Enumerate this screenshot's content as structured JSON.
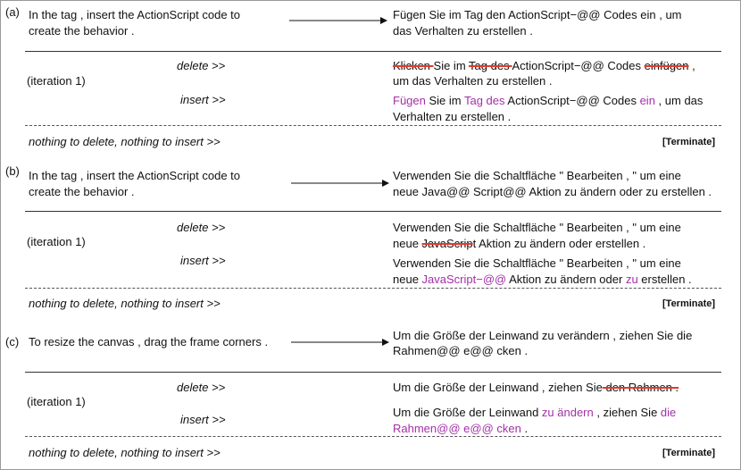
{
  "a": {
    "label": "(a)",
    "src": [
      "In the tag , insert the ActionScript code to",
      "create the behavior ."
    ],
    "tgt": [
      "Fügen Sie im Tag den ActionScript−@@ Codes ein , um",
      "das Verhalten zu erstellen ."
    ],
    "iteration": "(iteration 1)",
    "delete_label": "delete >>",
    "insert_label": "insert >>",
    "del_line1": [
      {
        "t": "Klicken ",
        "s": "del"
      },
      {
        "t": "Sie im ",
        "s": "n"
      },
      {
        "t": "Tag des ",
        "s": "del"
      },
      {
        "t": "ActionScript−@@ Codes ",
        "s": "n"
      },
      {
        "t": "einfügen",
        "s": "del"
      },
      {
        "t": " ,",
        "s": "n"
      }
    ],
    "del_line2": "um das Verhalten zu erstellen .",
    "ins_line1": [
      {
        "t": "Fügen",
        "s": "ins"
      },
      {
        "t": " Sie im ",
        "s": "n"
      },
      {
        "t": "Tag des",
        "s": "ins"
      },
      {
        "t": " ActionScript−@@ Codes ",
        "s": "n"
      },
      {
        "t": "ein",
        "s": "ins"
      },
      {
        "t": " , um das",
        "s": "n"
      }
    ],
    "ins_line2": "Verhalten zu erstellen .",
    "nothing": "nothing to delete, nothing to insert >>",
    "terminate": "[Terminate]"
  },
  "b": {
    "label": "(b)",
    "src": [
      "In the tag , insert the ActionScript code to",
      "create the behavior ."
    ],
    "tgt": [
      "Verwenden Sie die Schaltfläche \" Bearbeiten , \" um eine",
      "neue Java@@ Script@@ Aktion zu ändern oder zu erstellen ."
    ],
    "iteration": "(iteration 1)",
    "delete_label": "delete >>",
    "insert_label": "insert >>",
    "del_line1": "Verwenden Sie die Schaltfläche \" Bearbeiten , \" um eine",
    "del_line2": [
      {
        "t": "neue ",
        "s": "n"
      },
      {
        "t": "JavaScrip",
        "s": "del"
      },
      {
        "t": "t Aktion zu ändern oder erstellen .",
        "s": "n"
      }
    ],
    "ins_line1": "Verwenden Sie die Schaltfläche \" Bearbeiten , \" um eine",
    "ins_line2": [
      {
        "t": "neue ",
        "s": "n"
      },
      {
        "t": "JavaScript−@@",
        "s": "ins"
      },
      {
        "t": " Aktion zu ändern oder ",
        "s": "n"
      },
      {
        "t": "zu",
        "s": "ins"
      },
      {
        "t": " erstellen .",
        "s": "n"
      }
    ],
    "nothing": "nothing to delete, nothing to insert >>",
    "terminate": "[Terminate]"
  },
  "c": {
    "label": "(c)",
    "src": [
      "To resize the canvas , drag the frame corners ."
    ],
    "tgt": [
      "Um die Größe der Leinwand zu verändern , ziehen Sie die",
      "Rahmen@@ e@@ cken ."
    ],
    "iteration": "(iteration 1)",
    "delete_label": "delete >>",
    "insert_label": "insert >>",
    "del_line1": [
      {
        "t": "Um die Größe der Leinwand , ziehen Sie",
        "s": "n"
      },
      {
        "t": " den Rahmen .",
        "s": "del"
      }
    ],
    "ins_line1": [
      {
        "t": "Um die Größe der Leinwand ",
        "s": "n"
      },
      {
        "t": "zu ändern",
        "s": "ins"
      },
      {
        "t": " , ziehen Sie ",
        "s": "n"
      },
      {
        "t": "die",
        "s": "ins"
      }
    ],
    "ins_line2": [
      {
        "t": "Rahmen@@ e@@ cken",
        "s": "ins"
      },
      {
        "t": " .",
        "s": "n"
      }
    ],
    "nothing": "nothing to delete, nothing to insert >>",
    "terminate": "[Terminate]"
  }
}
